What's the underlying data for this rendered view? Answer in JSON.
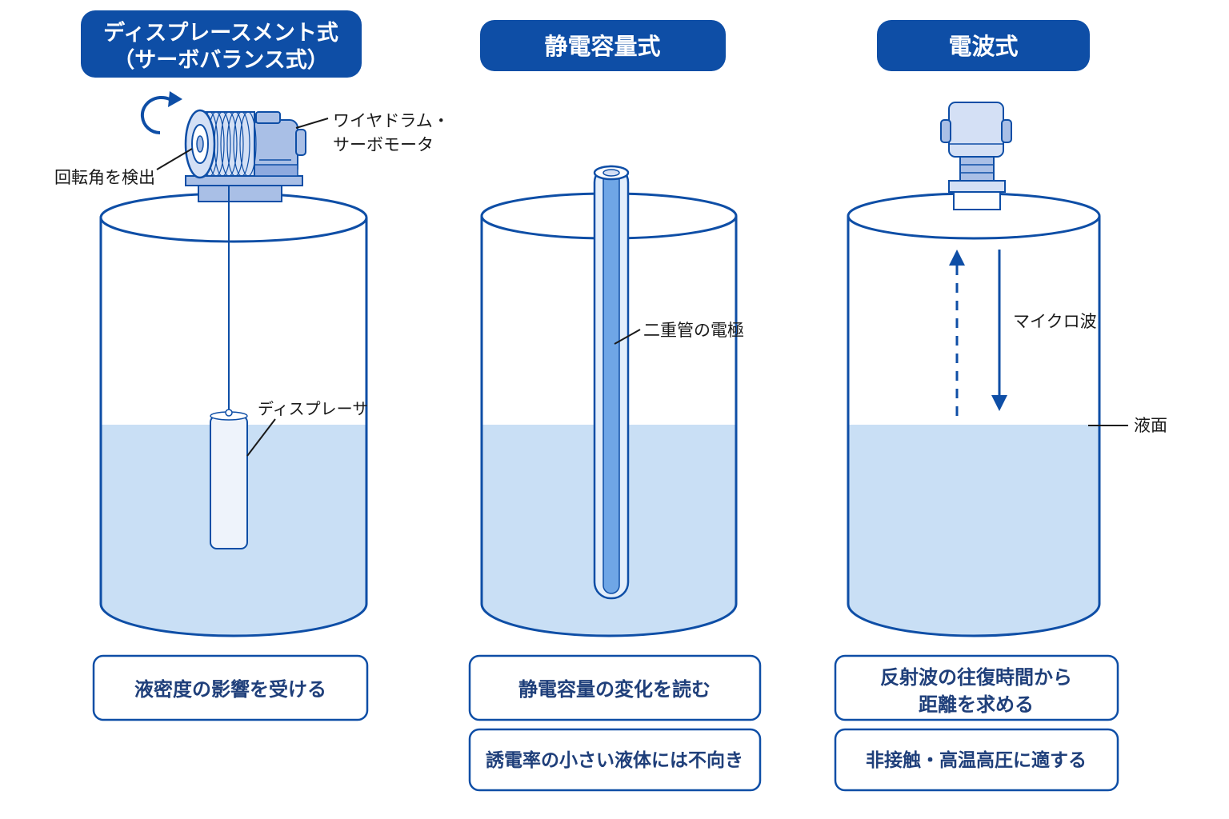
{
  "colors": {
    "primary": "#0e4ea6",
    "header_bg": "#0e4ea6",
    "liquid": "#c9dff5",
    "tank_outline": "#0e4ea6",
    "device_fill": "#a9bfe6",
    "device_light": "#d4e0f5",
    "electrode": "#6fa6e6",
    "text_dark": "#1a1a1a",
    "box_text": "#1f3f7a"
  },
  "columns": {
    "displacement": {
      "title_line1": "ディスプレースメント式",
      "title_line2": "（サーボバランス式）",
      "labels": {
        "drum_motor_line1": "ワイヤドラム・",
        "drum_motor_line2": "サーボモータ",
        "rotation": "回転角を検出",
        "displacer": "ディスプレーサ"
      },
      "boxes": [
        "液密度の影響を受ける"
      ]
    },
    "capacitance": {
      "title": "静電容量式",
      "labels": {
        "electrode": "二重管の電極"
      },
      "boxes": [
        "静電容量の変化を読む",
        "誘電率の小さい液体には不向き"
      ]
    },
    "radar": {
      "title": "電波式",
      "labels": {
        "microwave": "マイクロ波",
        "surface": "液面"
      },
      "boxes_line1": "反射波の往復時間から",
      "boxes_line2": "距離を求める",
      "boxes_second": "非接触・高温高圧に適する"
    }
  }
}
